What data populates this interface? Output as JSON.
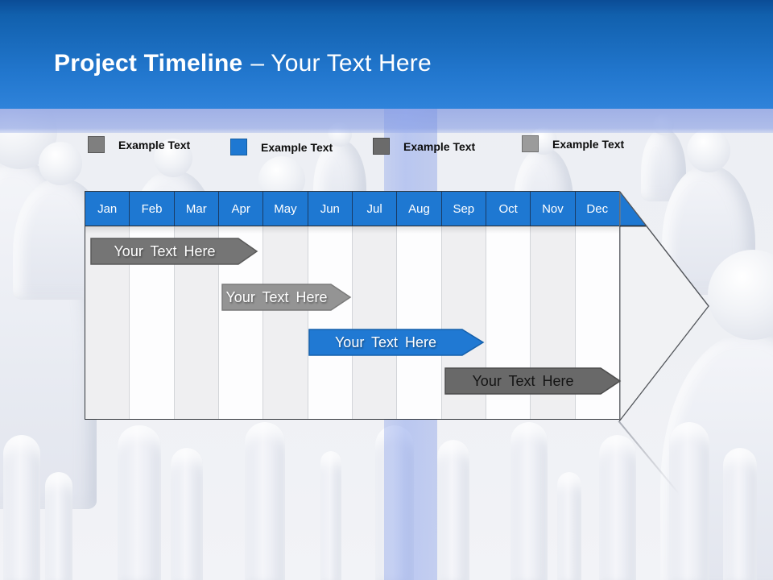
{
  "slide": {
    "title_bold": "Project Timeline",
    "title_dash": "–",
    "title_regular": "Your Text Here"
  },
  "legend": {
    "items": [
      {
        "label": "Example Text",
        "color": "#7f7f7f",
        "border": "#595959"
      },
      {
        "label": "Example Text",
        "color": "#1e78d2",
        "border": "#155d9f"
      },
      {
        "label": "Example Text",
        "color": "#6b6b6b",
        "border": "#4d4d4d"
      },
      {
        "label": "Example Text",
        "color": "#9b9b9b",
        "border": "#6f6f6f"
      }
    ]
  },
  "timeline": {
    "months": [
      "Jan",
      "Feb",
      "Mar",
      "Apr",
      "May",
      "Jun",
      "Jul",
      "Aug",
      "Sep",
      "Oct",
      "Nov",
      "Dec"
    ],
    "header_color": "#1e78d2",
    "bars": [
      {
        "label": "Your Text Here",
        "start_month": "Jan",
        "end_month": "Apr",
        "fill": "#757575",
        "stroke": "#5a5a5a",
        "text_color": "#ffffff"
      },
      {
        "label": "Your Text Here",
        "start_month": "Apr",
        "end_month": "Jun",
        "fill": "#949494",
        "stroke": "#7a7a7a",
        "text_color": "#ffffff"
      },
      {
        "label": "Your Text Here",
        "start_month": "Jun",
        "end_month": "Sep",
        "fill": "#2079d3",
        "stroke": "#1560ab",
        "text_color": "#ffffff"
      },
      {
        "label": "Your Text Here",
        "start_month": "Sep",
        "end_month": "Dec",
        "fill": "#696969",
        "stroke": "#4d4d4d",
        "text_color": "#141414"
      }
    ]
  },
  "colors": {
    "banner_top": "#0b4c96",
    "banner_bottom": "#2f83da",
    "arrow_tip_fill": "#f1f2f4",
    "arrow_tip_stroke": "#54575c",
    "grid_gray_col": "#efeff1",
    "grid_white_col": "#fdfdfe"
  }
}
